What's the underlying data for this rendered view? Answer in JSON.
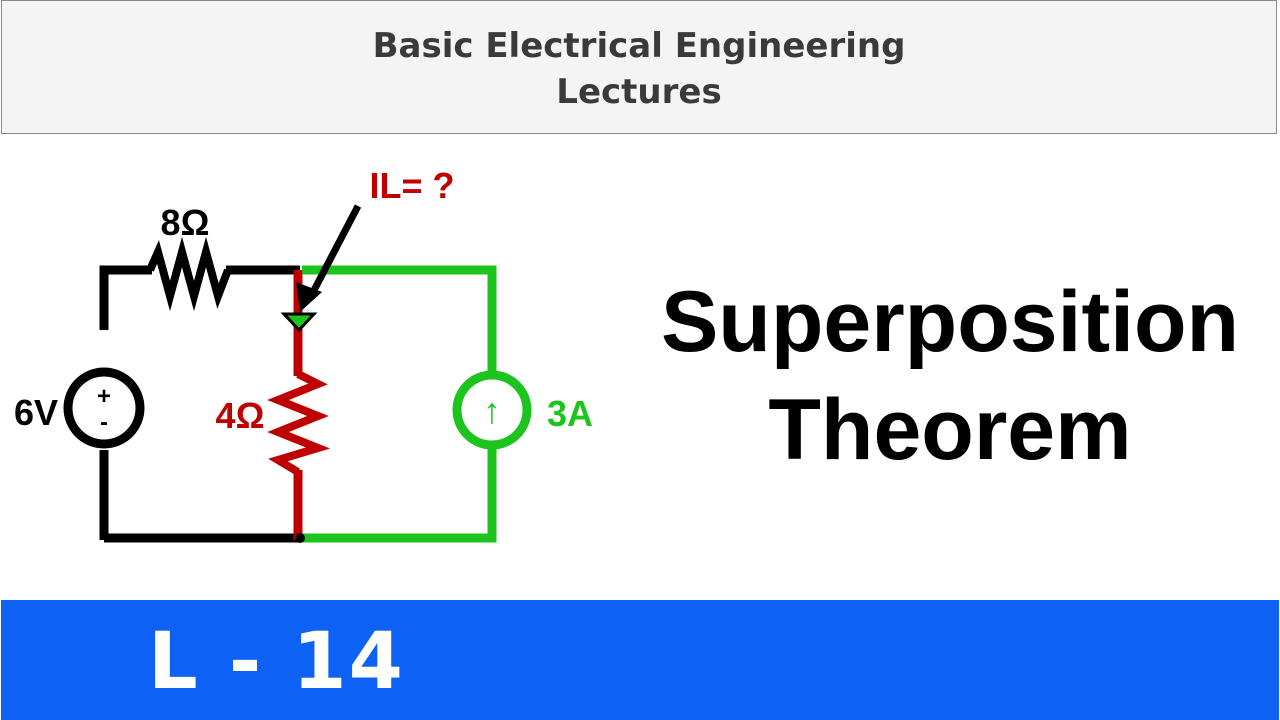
{
  "header": {
    "line1": "Basic Electrical Engineering",
    "line2": "Lectures"
  },
  "circuit": {
    "resistor_top_label": "8Ω",
    "resistor_load_label": "4Ω",
    "voltage_source_label": "6V",
    "voltage_plus": "+",
    "voltage_minus": "-",
    "current_source_label": "3A",
    "current_source_arrow": "↑",
    "load_current_label": "IL= ?",
    "colors": {
      "wire": "#000000",
      "load_branch": "#c00000",
      "current_source_branch": "#1ec41e"
    }
  },
  "title": {
    "line1": "Superposition",
    "line2": "Theorem"
  },
  "footer": {
    "lecture_label": "L - 14",
    "bar_color": "#0d62f5"
  }
}
